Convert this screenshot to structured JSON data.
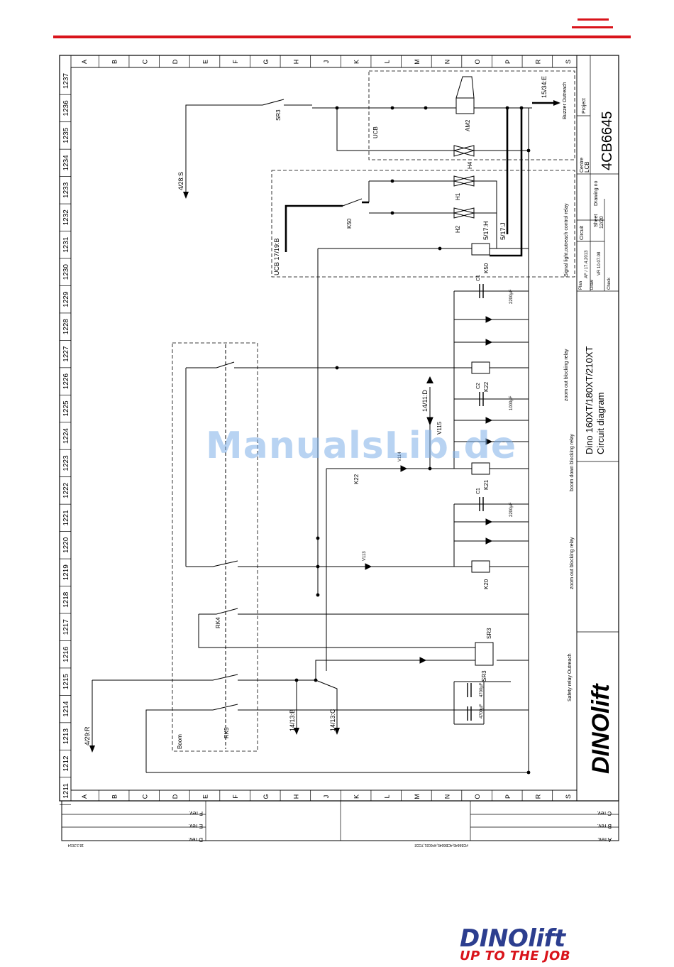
{
  "header": {
    "accent_color": "#d9141b",
    "menu_icon": "hamburger-icon"
  },
  "watermark": "ManualsLib.de",
  "footer": {
    "brand": "DINOlift",
    "tagline": "UP TO THE JOB",
    "brand_color": "#2c3e8f",
    "tag_color": "#d9141b"
  },
  "grid": {
    "columns": [
      "A",
      "B",
      "C",
      "D",
      "E",
      "F",
      "G",
      "H",
      "J",
      "K",
      "L",
      "M",
      "N",
      "O",
      "P",
      "R",
      "S"
    ],
    "rows": [
      "1211",
      "1212",
      "1213",
      "1214",
      "1215",
      "1216",
      "1217",
      "1218",
      "1219",
      "1220",
      "1221",
      "1222",
      "1223",
      "1224",
      "1225",
      "1226",
      "1227",
      "1228",
      "1229",
      "1230",
      "1231",
      "1232",
      "1233",
      "1234",
      "1235",
      "1236",
      "1237"
    ]
  },
  "title_block": {
    "product": "Dino 160XT/180XT/210XT",
    "doc": "Circuit diagram",
    "drawing_no": "4CB6645",
    "brand": "DINOlift",
    "project_label": "Project",
    "centre_label": "Centre",
    "centre_value": "LCB",
    "drawing_no_label": "Drawing no",
    "circuit_label": "Circuit",
    "sheet_label": "Sheet",
    "sheet_value": "12/20",
    "plan_label": "Plan",
    "plan_value": "AF / 17.4.2013",
    "draw_label": "Draw",
    "draw_value": "VR 10.07.08",
    "check_label": "Check"
  },
  "revisions": [
    "A rev.",
    "B rev.",
    "C rev.",
    "D rev.",
    "E rev.",
    "F rev."
  ],
  "bottom_note": "#CB6645,4CB6645,#F6031,7CD2",
  "date_note": "18.3.2014",
  "components": {
    "buzzer": "Buzzer Outreach",
    "signal_light": "Signal light,outreach control relay",
    "zoom_block_1": "zoom out blocking relay",
    "boom_block": "boom down blocking relay",
    "zoom_block_2": "zoom out blocking relay",
    "safety_relay": "Safety relay Outreach",
    "boom": "Boom",
    "ucb1": "UCB",
    "ucb2": "UCB 17/19:B",
    "ref_428s": "4/28:S",
    "ref_429r": "4/29:R",
    "ref_1534e": "15/34:E",
    "ref_517h": "5/17:H",
    "ref_517j": "5/17:J",
    "ref_1411d": "14/11:D",
    "ref_1413b": "14/13:B",
    "ref_1413c": "14/13:C",
    "sr3": "SR3",
    "am2": "AM2",
    "h4": "H4",
    "h1": "H1",
    "h2": "H2",
    "k50": "K50",
    "k22": "K22",
    "k21": "K21",
    "k20": "K20",
    "rk4": "RK4",
    "rk5": "RK5",
    "v115": "V115",
    "v114": "V114",
    "v113": "V113",
    "c1": "C1",
    "c2": "C2",
    "cap_2200": "2200µF",
    "cap_1000": "1000µF",
    "cap_4700": "4700µF"
  }
}
